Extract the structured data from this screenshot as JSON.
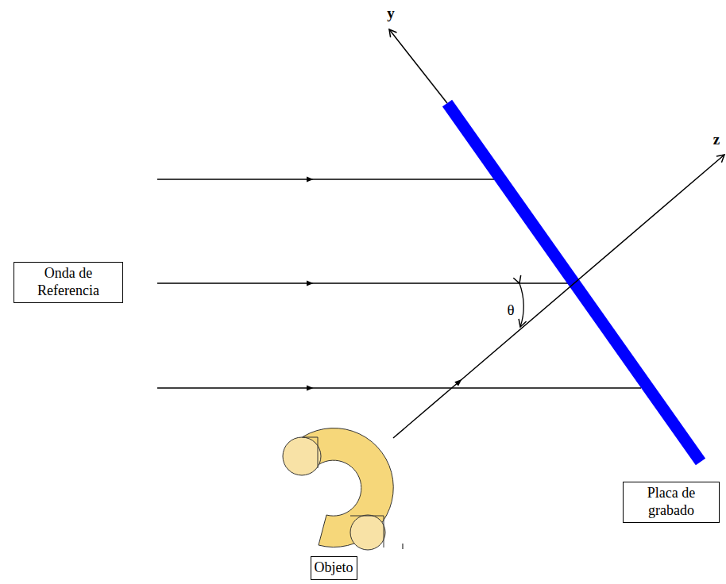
{
  "diagram": {
    "nodes": [
      {
        "text": [
          "Onda de Referencia"
        ]
      },
      {
        "text": [
          "Placa de grabado"
        ]
      },
      {
        "text": [
          "Objeto"
        ]
      }
    ],
    "labels": [
      "y",
      "z",
      "θ"
    ]
  }
}
